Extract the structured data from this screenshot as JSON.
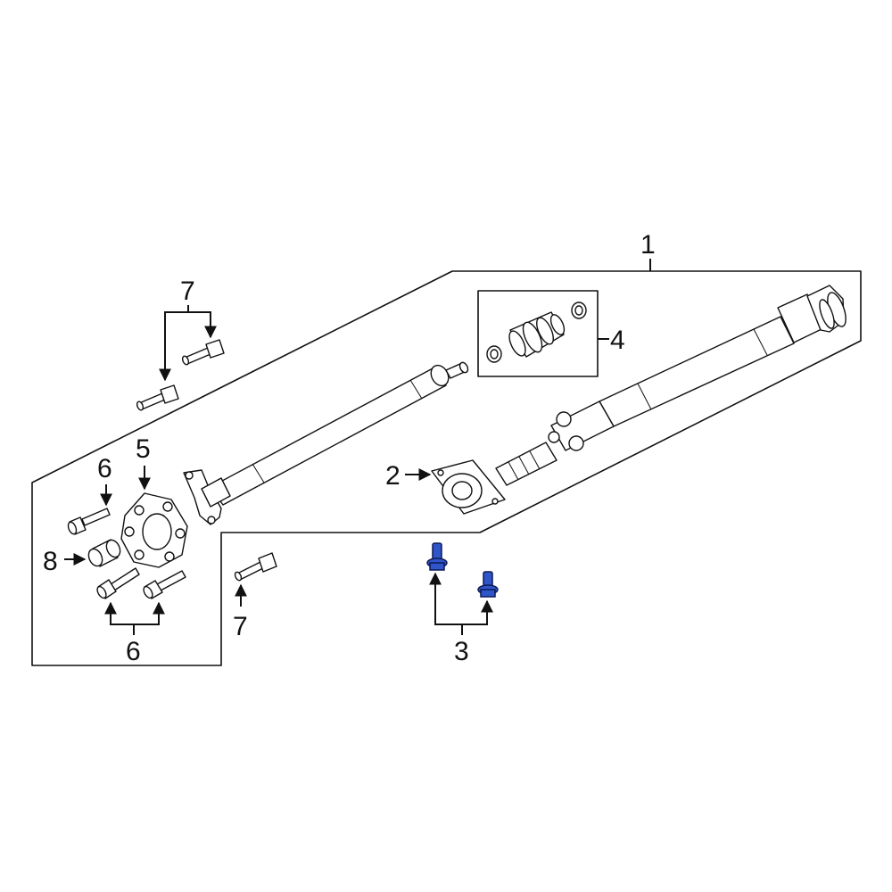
{
  "colors": {
    "line": "#111111",
    "background": "#ffffff",
    "highlight_fill": "#2f55c8",
    "highlight_stroke": "#0c1a55"
  },
  "callouts": {
    "c1": "1",
    "c2": "2",
    "c3": "3",
    "c4": "4",
    "c5": "5",
    "c6_top": "6",
    "c6_bottom": "6",
    "c7_top": "7",
    "c7_bottom": "7",
    "c8": "8"
  },
  "highlighted_part": "3"
}
